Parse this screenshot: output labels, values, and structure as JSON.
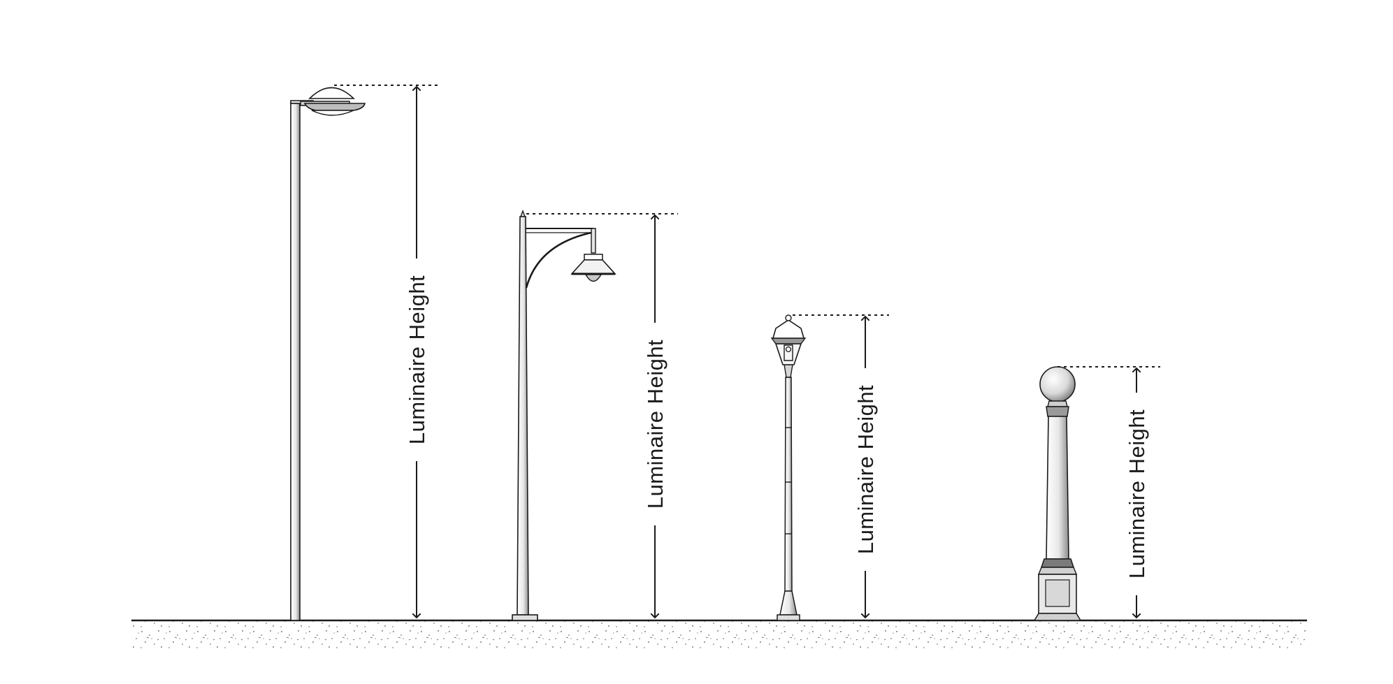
{
  "diagram": {
    "ground_label": "",
    "colors": {
      "line": "#1a1a1a",
      "pole_fill": "#f4f4f4",
      "pole_shade": "#9a9a9a",
      "ground_speckle": "#444444"
    },
    "poles": [
      {
        "id": "cobra-head",
        "style": "cobra-head luminaire on straight pole",
        "label": "Luminaire Height"
      },
      {
        "id": "acorn-arm",
        "style": "pendant luminaire on curved arm pole",
        "label": "Luminaire Height"
      },
      {
        "id": "lantern",
        "style": "lantern post top on decorative pole",
        "label": "Luminaire Height"
      },
      {
        "id": "globe",
        "style": "globe on pedestal column",
        "label": "Luminaire Height"
      }
    ]
  }
}
